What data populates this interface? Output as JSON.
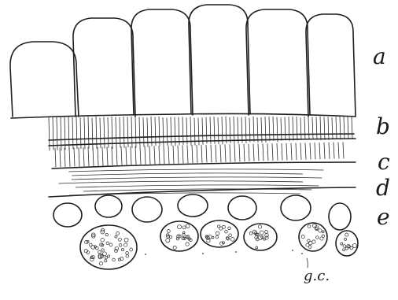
{
  "labels": {
    "a": "a",
    "b": "b",
    "c": "c",
    "d": "d",
    "e": "e",
    "gc": "g.c."
  },
  "colors": {
    "ink": "#1e1e1e",
    "paper": "#ffffff"
  }
}
